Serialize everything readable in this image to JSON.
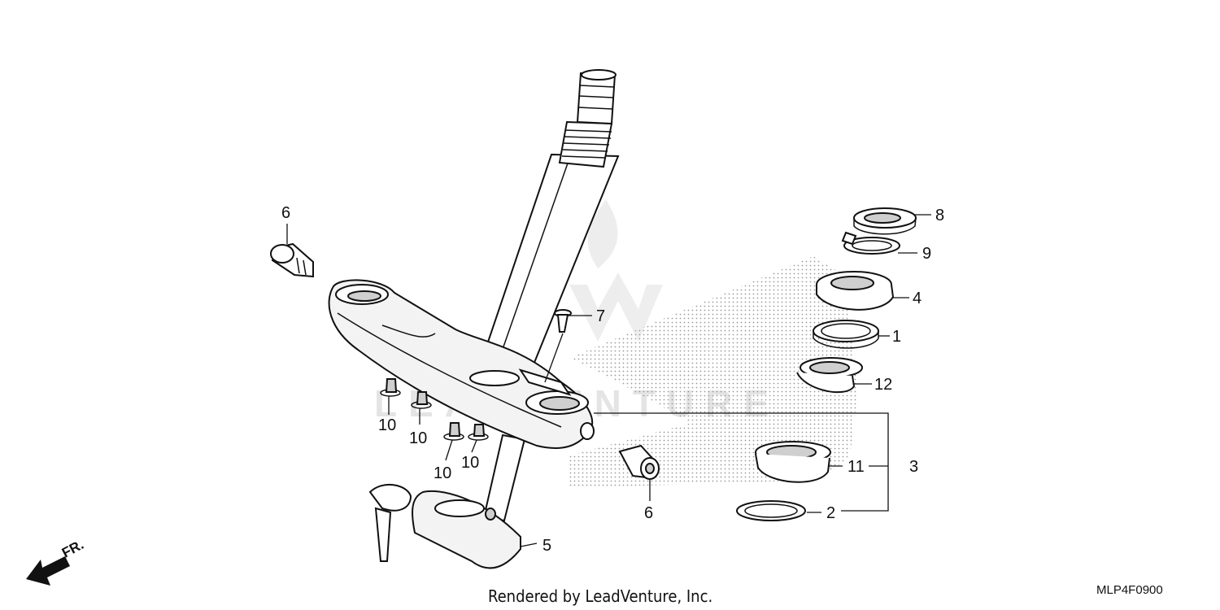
{
  "diagram": {
    "watermark": "LEADVENTURE",
    "footer_credit": "Rendered by LeadVenture, Inc.",
    "diagram_code": "MLP4F0900",
    "direction_label": "FR.",
    "callouts": {
      "c1": "1",
      "c2": "2",
      "c3": "3",
      "c4": "4",
      "c5": "5",
      "c6a": "6",
      "c6b": "6",
      "c7": "7",
      "c8": "8",
      "c9": "9",
      "c10a": "10",
      "c10b": "10",
      "c10c": "10",
      "c10d": "10",
      "c11": "11",
      "c12": "12"
    }
  }
}
